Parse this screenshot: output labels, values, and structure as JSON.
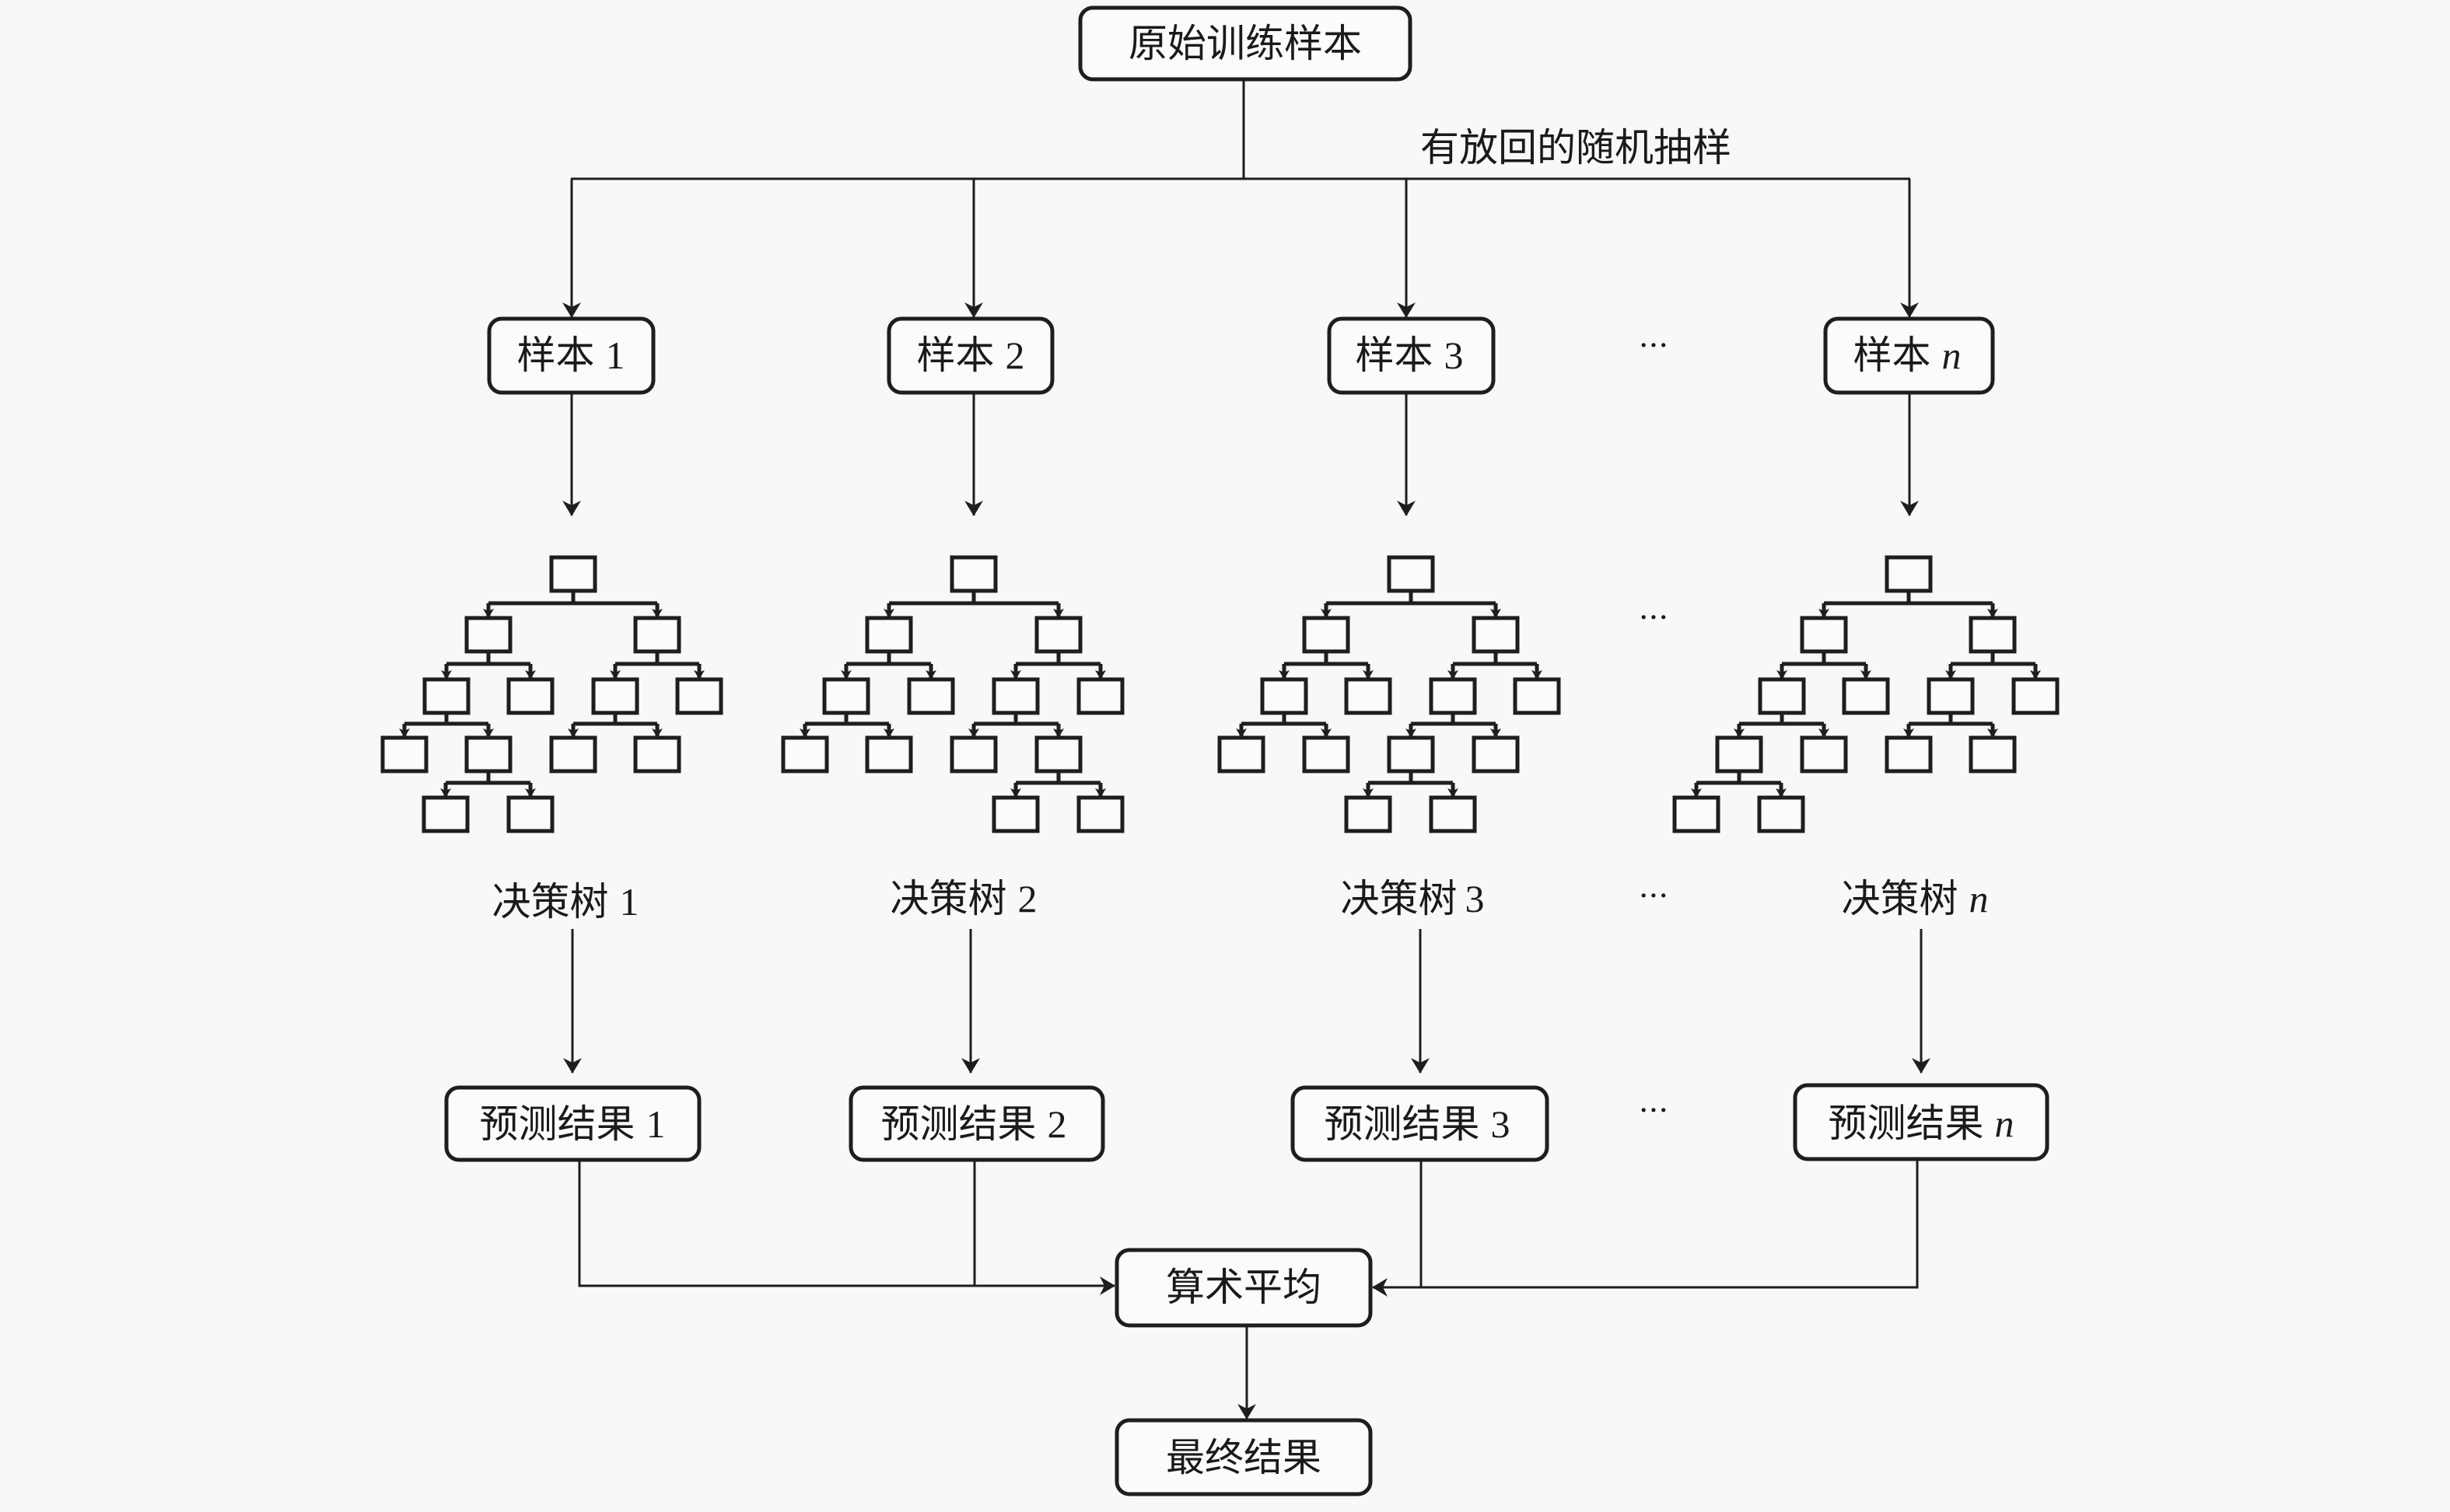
{
  "diagram": {
    "root": {
      "label": "原始训练样本"
    },
    "sampling_label": "有放回的随机抽样",
    "samples": [
      {
        "label": "样本",
        "index": "1",
        "italic": false
      },
      {
        "label": "样本",
        "index": "2",
        "italic": false
      },
      {
        "label": "样本",
        "index": "3",
        "italic": false
      },
      {
        "label": "样本",
        "index": "n",
        "italic": true
      }
    ],
    "trees": [
      {
        "label": "决策树",
        "index": "1",
        "italic": false
      },
      {
        "label": "决策树",
        "index": "2",
        "italic": false
      },
      {
        "label": "决策树",
        "index": "3",
        "italic": false
      },
      {
        "label": "决策树",
        "index": "n",
        "italic": true
      }
    ],
    "predictions": [
      {
        "label": "预测结果",
        "index": "1",
        "italic": false
      },
      {
        "label": "预测结果",
        "index": "2",
        "italic": false
      },
      {
        "label": "预测结果",
        "index": "3",
        "italic": false
      },
      {
        "label": "预测结果",
        "index": "n",
        "italic": true
      }
    ],
    "ellipsis": "···",
    "aggregate": {
      "label": "算术平均"
    },
    "final": {
      "label": "最终结果"
    }
  },
  "colors": {
    "background": "#f8f8f8",
    "stroke": "#1e1e1e",
    "text": "#1a1a1a"
  }
}
